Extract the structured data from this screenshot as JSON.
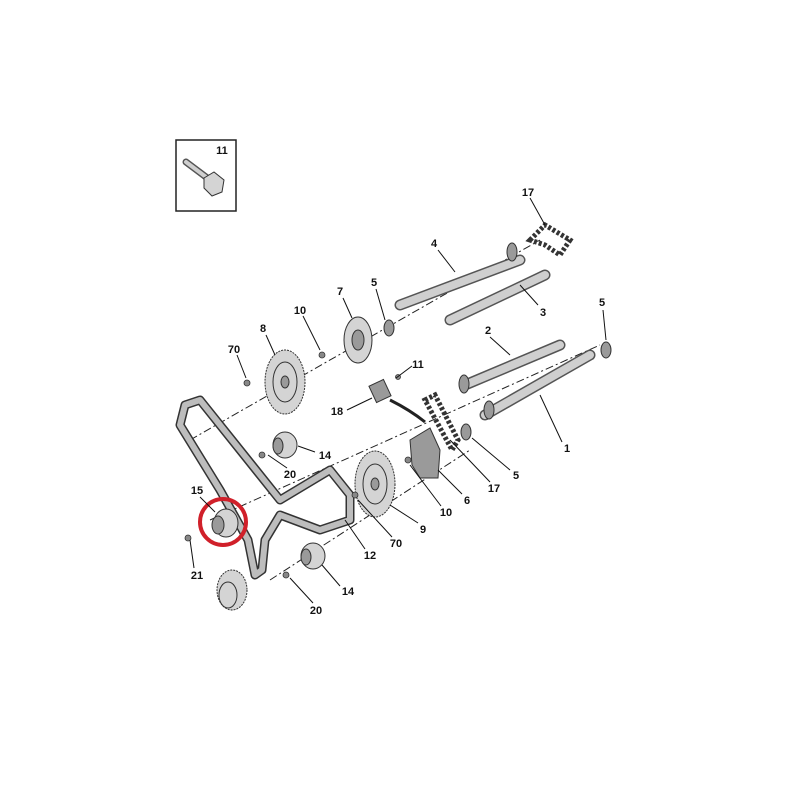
{
  "diagram": {
    "highlight_color": "#d0202a",
    "highlighted_part": "15",
    "inset_label": "11",
    "labels": [
      "17",
      "4",
      "5",
      "3",
      "5",
      "7",
      "10",
      "8",
      "70",
      "2",
      "11",
      "18",
      "1",
      "14",
      "20",
      "5",
      "17",
      "6",
      "10",
      "9",
      "70",
      "12",
      "15",
      "21",
      "14",
      "20"
    ]
  }
}
